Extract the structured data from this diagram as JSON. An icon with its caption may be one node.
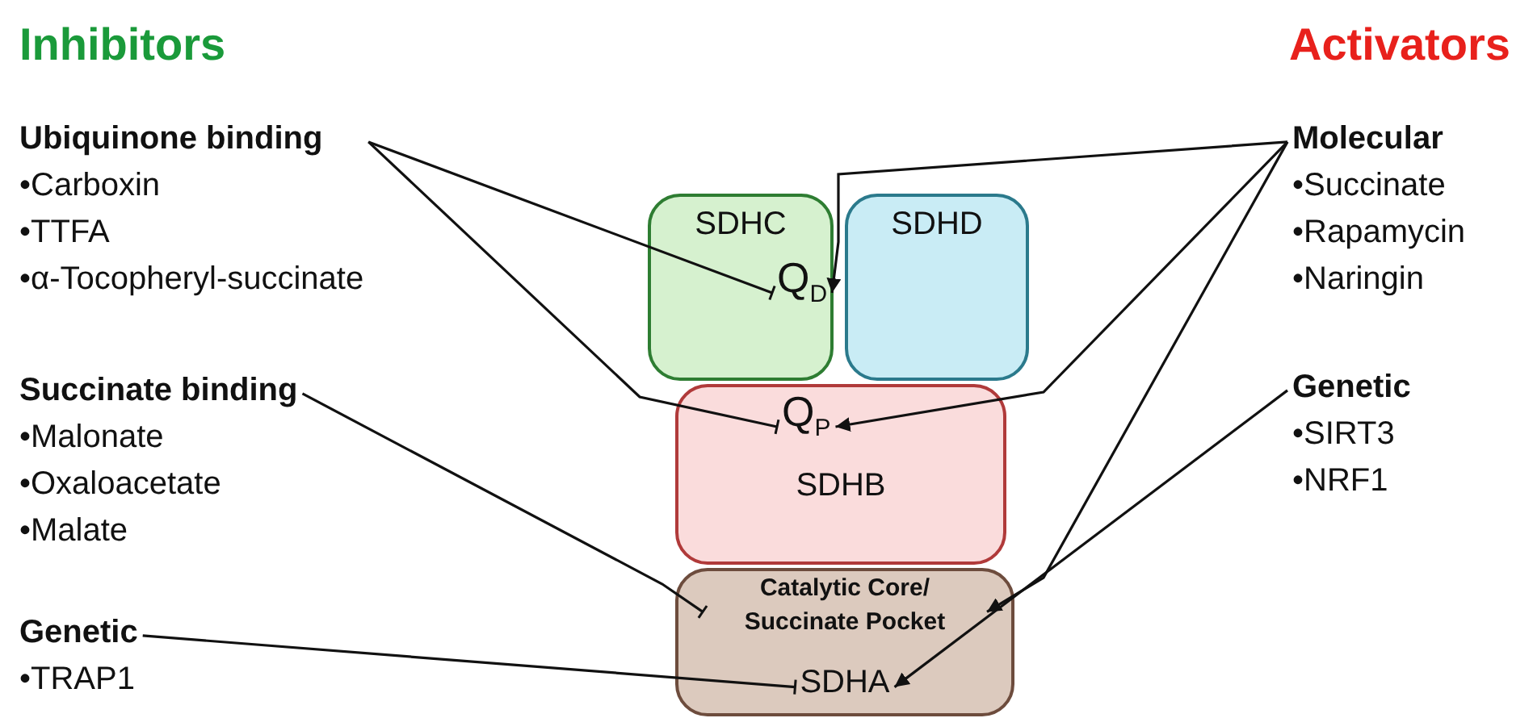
{
  "diagram": {
    "nodes": [
      {
        "text": [
          "Ubiquinone binding",
          "•Carboxin",
          "•TTFA",
          "•α-Tocopheryl-succinate"
        ]
      },
      {
        "text": [
          "Molecular",
          "•Succinate",
          "•Rapamycin",
          "•Naringin"
        ]
      },
      {
        "text": [
          "SDHC"
        ]
      },
      {
        "text": [
          "SDHD"
        ]
      },
      {
        "text": [
          "Q$_{D}$"
        ],
        "in": 2
      },
      {
        "text": [
          "Succinate binding",
          "•Malonate",
          "•Oxaloacetate",
          "•Malate"
        ]
      },
      {
        "text": [
          "Genetic",
          "•SIRT3",
          "•NRF1"
        ]
      },
      {
        "text": [
          "SDHB"
        ]
      },
      {
        "text": [
          "Q$_{P}$"
        ],
        "in": 7
      },
      {
        "text": [
          "Genetic",
          "•TRAP1"
        ]
      },
      {
        "text": [
          "SDHA"
        ]
      },
      {
        "text": [
          "Catalytic Core/ Succinate Pocket"
        ],
        "in": 10
      }
    ],
    "edges": [
      {
        "from": 0,
        "to": 4,
        "arrow": "other"
      },
      {
        "from": 0,
        "to": 8,
        "arrow": "other"
      },
      {
        "from": 1,
        "to": 4,
        "arrow": "to"
      },
      {
        "from": 1,
        "to": 8,
        "arrow": "to"
      },
      {
        "from": 1,
        "to": 11,
        "arrow": "to"
      },
      {
        "from": 5,
        "to": 11,
        "arrow": "other"
      },
      {
        "from": 6,
        "to": 10,
        "arrow": "to"
      },
      {
        "from": 9,
        "to": 10,
        "arrow": "other"
      }
    ],
    "labels": [
      "Inhibitors",
      "Activators"
    ]
  }
}
